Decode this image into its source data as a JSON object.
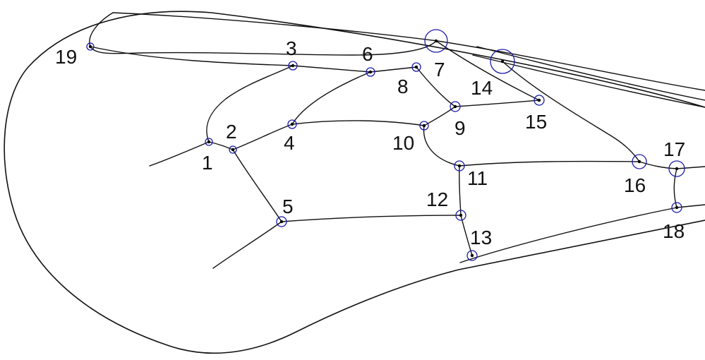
{
  "landmarks": [
    {
      "id": "1",
      "label": "1"
    },
    {
      "id": "2",
      "label": "2"
    },
    {
      "id": "3",
      "label": "3"
    },
    {
      "id": "4",
      "label": "4"
    },
    {
      "id": "5",
      "label": "5"
    },
    {
      "id": "6",
      "label": "6"
    },
    {
      "id": "7",
      "label": "7"
    },
    {
      "id": "8",
      "label": "8"
    },
    {
      "id": "9",
      "label": "9"
    },
    {
      "id": "10",
      "label": "10"
    },
    {
      "id": "11",
      "label": "11"
    },
    {
      "id": "12",
      "label": "12"
    },
    {
      "id": "13",
      "label": "13"
    },
    {
      "id": "14",
      "label": "14"
    },
    {
      "id": "15",
      "label": "15"
    },
    {
      "id": "16",
      "label": "16"
    },
    {
      "id": "17",
      "label": "17"
    },
    {
      "id": "18",
      "label": "18"
    },
    {
      "id": "19",
      "label": "19"
    }
  ],
  "colors": {
    "outline": "#111111",
    "landmark_ring": "#1a1aa8",
    "landmark_dot": "#000000",
    "label_text": "#111111"
  }
}
